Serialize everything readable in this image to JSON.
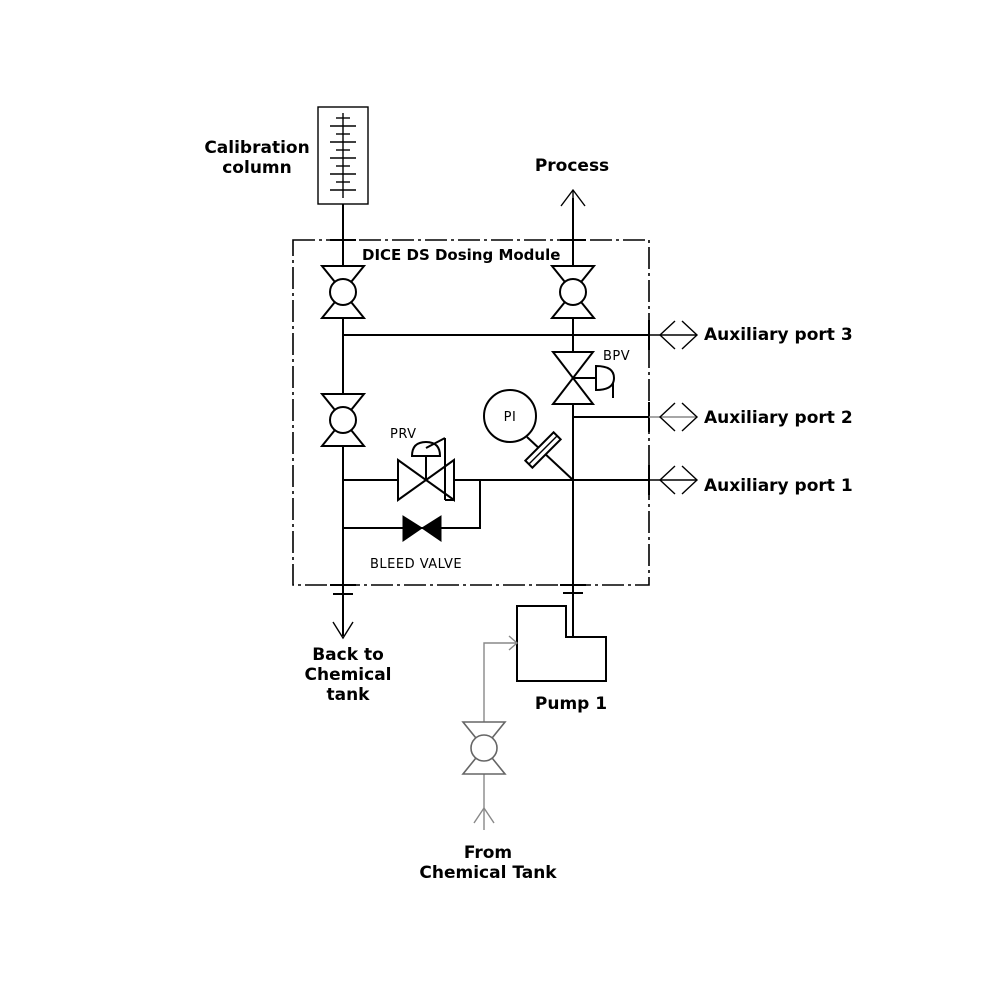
{
  "labels": {
    "calibration_column": [
      "Calibration",
      "column"
    ],
    "process": "Process",
    "module_title": "DICE DS Dosing Module",
    "aux_port_3": "Auxiliary port 3",
    "aux_port_2": "Auxiliary port 2",
    "aux_port_1": "Auxiliary port 1",
    "bpv": "BPV",
    "pi": "PI",
    "prv": "PRV",
    "bleed_valve": "BLEED VALVE",
    "back_to_tank": [
      "Back to",
      "Chemical",
      "tank"
    ],
    "pump": "Pump 1",
    "from_tank": [
      "From",
      "Chemical Tank"
    ]
  }
}
